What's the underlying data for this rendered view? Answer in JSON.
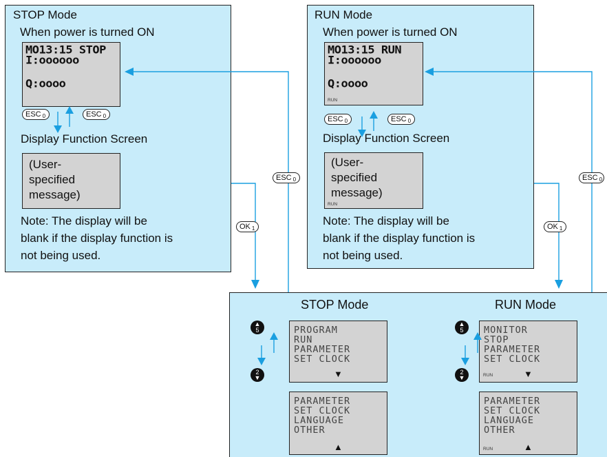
{
  "stop_panel": {
    "title": "STOP Mode",
    "subtitle": "When power is turned ON",
    "lcd_line1": "MO13:15 STOP",
    "lcd_line2": "I:oooooo",
    "lcd_line3": "Q:oooo",
    "esc_key": "ESC",
    "esc_sub": "0",
    "display_function": "Display Function Screen",
    "message_lines": [
      "(User-",
      "specified",
      "message)"
    ],
    "note_lines": [
      "Note: The display will be",
      "blank if the display function is",
      "not being used."
    ]
  },
  "run_panel": {
    "title": "RUN Mode",
    "subtitle": "When power is turned ON",
    "lcd_line1": "MO13:15 RUN",
    "lcd_line2": "I:oooooo",
    "lcd_line3": "Q:oooo",
    "run_indicator": "RUN",
    "esc_key": "ESC",
    "esc_sub": "0",
    "display_function": "Display Function Screen",
    "message_lines": [
      "(User-",
      "specified",
      "message)"
    ],
    "note_lines": [
      "Note: The display will be",
      "blank if the display function is",
      "not being used."
    ]
  },
  "connectors": {
    "ok_key": "OK",
    "ok_sub": "1",
    "esc_key": "ESC",
    "esc_sub": "0"
  },
  "menu_panel": {
    "stop_heading": "STOP Mode",
    "run_heading": "RUN Mode",
    "up_button_number": "5",
    "down_button_number": "2",
    "stop_menu_1": [
      "PROGRAM",
      "RUN",
      "PARAMETER",
      "SET CLOCK"
    ],
    "stop_menu_2": [
      "PARAMETER",
      "SET CLOCK",
      "LANGUAGE",
      "OTHER"
    ],
    "run_menu_1": [
      "MONITOR",
      "STOP",
      "PARAMETER",
      "SET CLOCK"
    ],
    "run_menu_2": [
      "PARAMETER",
      "SET CLOCK",
      "LANGUAGE",
      "OTHER"
    ],
    "run_indicator": "RUN",
    "down_marker": "▼",
    "up_marker": "▲"
  },
  "colors": {
    "panel_fill": "#c8ecfa",
    "connector": "#1a9fe0",
    "lcd_fill": "#d3d3d3"
  }
}
